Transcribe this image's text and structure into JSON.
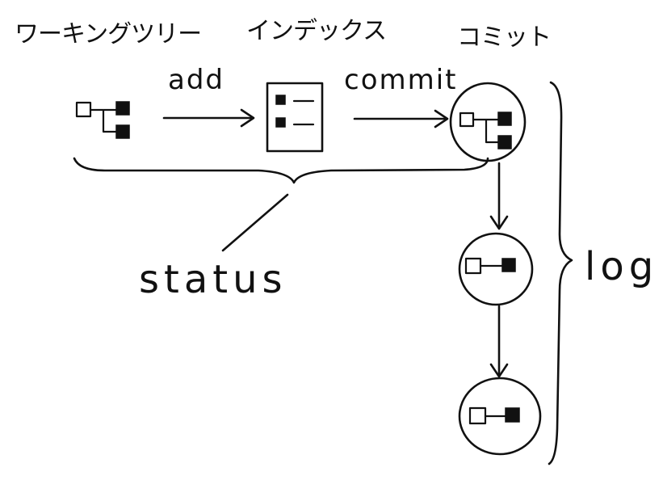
{
  "labels": {
    "working_tree": "ワーキングツリー",
    "index": "インデックス",
    "commit": "コミット"
  },
  "operations": {
    "add": "add",
    "commit": "commit",
    "status": "status",
    "log": "log"
  }
}
